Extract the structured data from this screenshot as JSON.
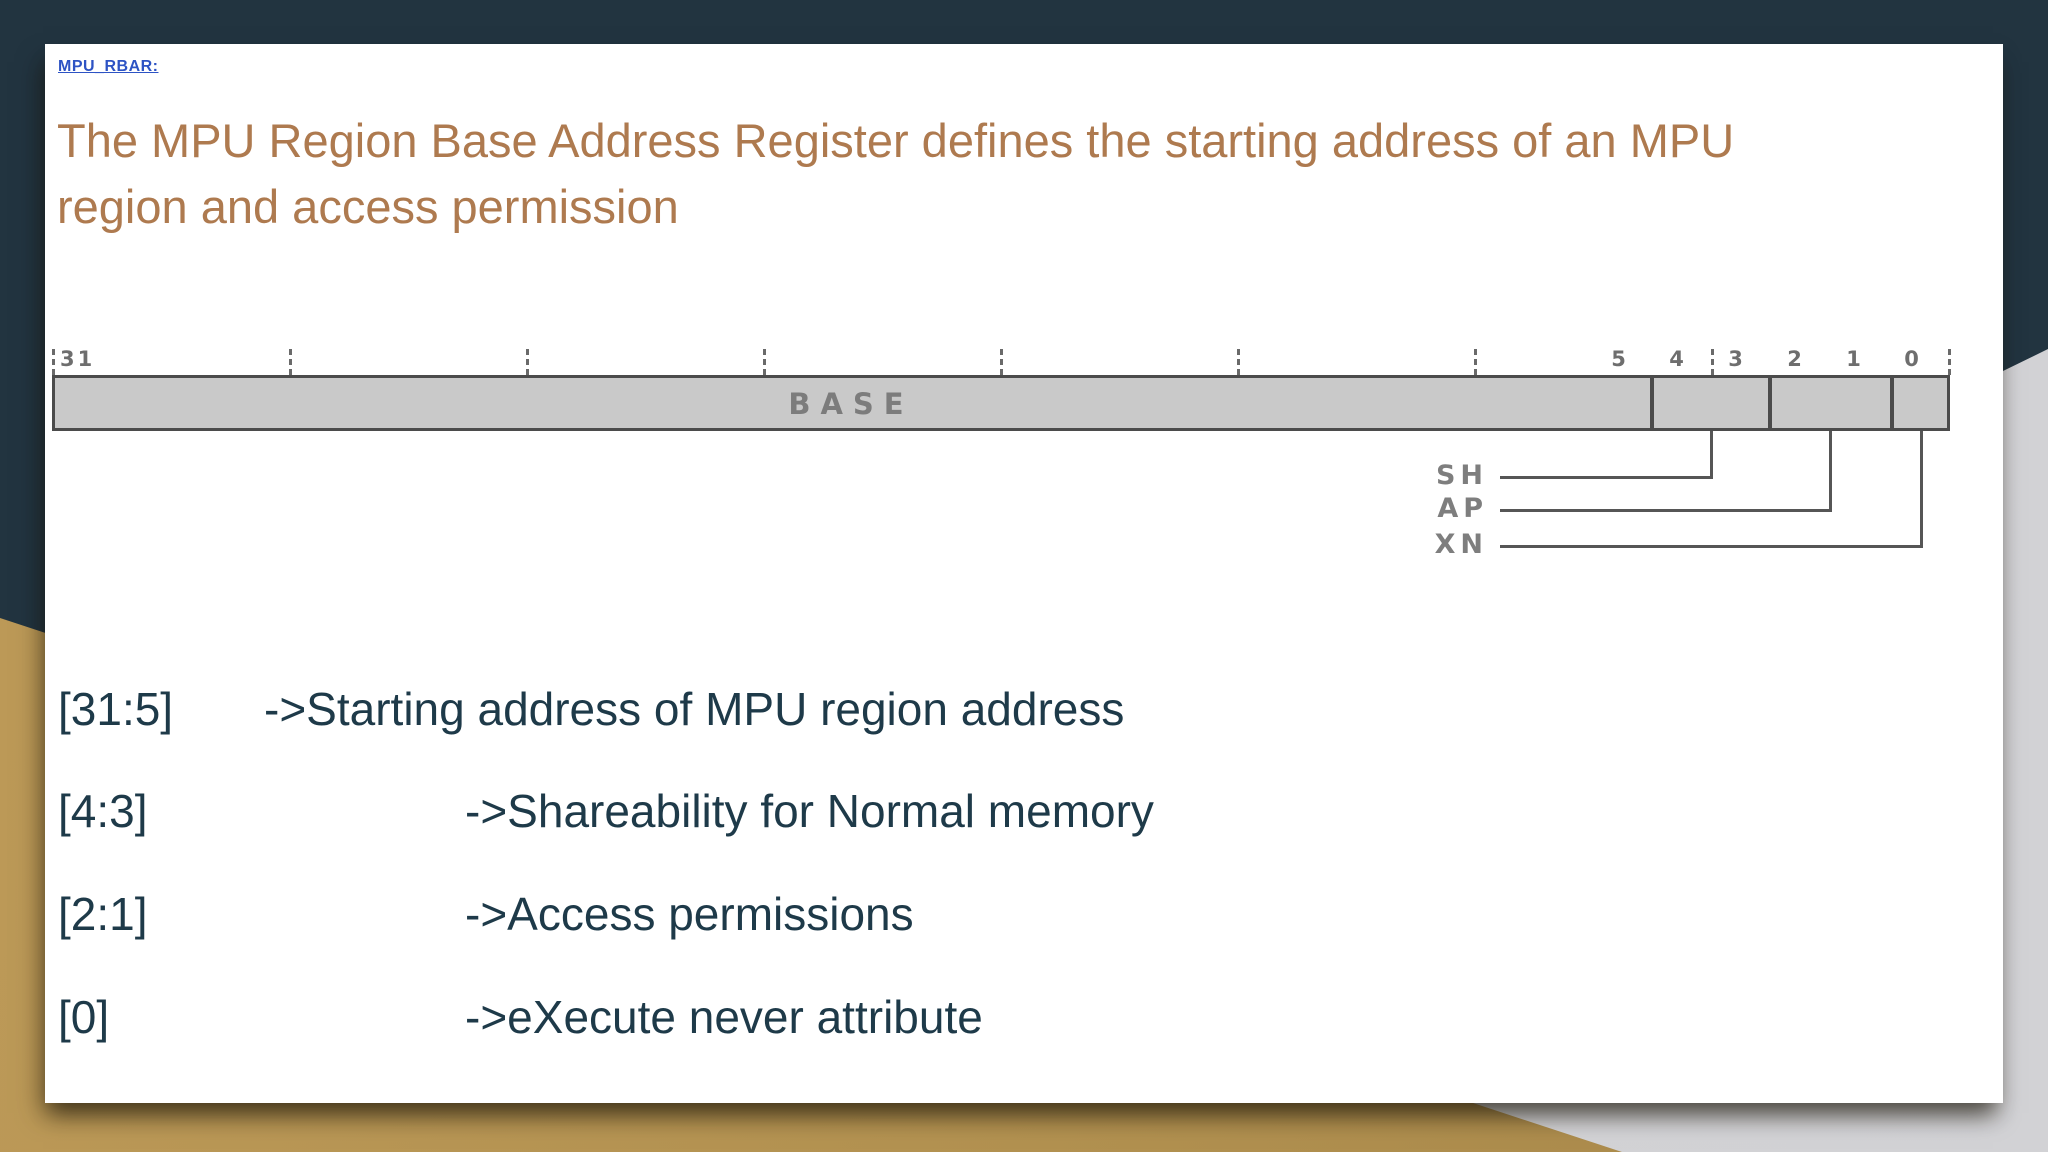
{
  "slide": {
    "link_label": "MPU_RBAR:",
    "title_line1": "The MPU Region Base Address Register defines the starting address of an MPU",
    "title_line2": "region and access permission"
  },
  "diagram": {
    "base_field_label": "BASE",
    "bit31_label": "31",
    "bit_labels": [
      "5",
      "4",
      "3",
      "2",
      "1",
      "0"
    ],
    "field_callouts": [
      {
        "label": "SH",
        "bits": "4:3"
      },
      {
        "label": "AP",
        "bits": "2:1"
      },
      {
        "label": "XN",
        "bits": "0"
      }
    ]
  },
  "bit_descriptions": [
    {
      "range": "[31:5]",
      "text": "->Starting address of MPU region address"
    },
    {
      "range": "[4:3]",
      "text": "->Shareability for Normal memory"
    },
    {
      "range": "[2:1]",
      "text": "->Access permissions"
    },
    {
      "range": "[0]",
      "text": "->eXecute never attribute"
    }
  ],
  "colors": {
    "background_teal": "#223440",
    "background_gold": "#b29150",
    "background_gray": "#d2d2d5",
    "slide_white": "#ffffff",
    "title_brown": "#ae7a4f",
    "body_navy": "#1e3a49",
    "link_blue": "#2d53c4",
    "bar_fill": "#c9c9c9",
    "bar_border": "#4b4b4b",
    "diagram_label_gray": "#7c7c7c"
  }
}
